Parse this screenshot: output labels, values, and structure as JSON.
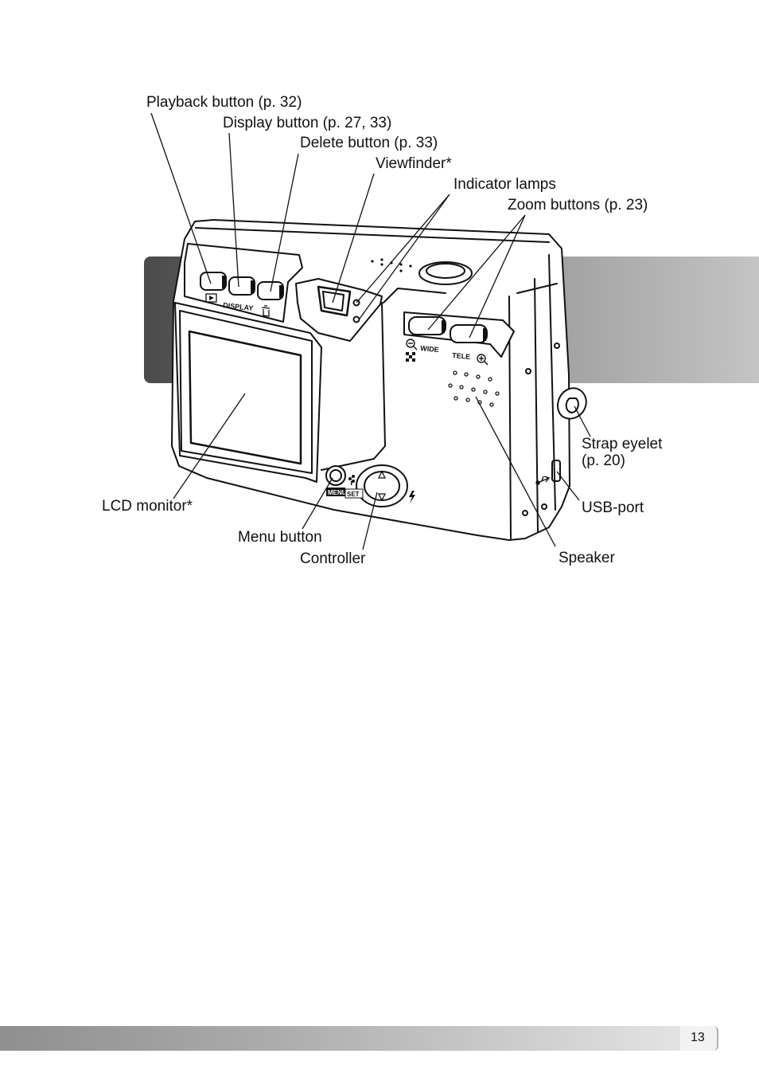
{
  "callouts": {
    "playback": "Playback button (p. 32)",
    "display": "Display button (p. 27, 33)",
    "delete": "Delete button (p. 33)",
    "viewfinder": "Viewfinder*",
    "indicator": "Indicator lamps",
    "zoom": "Zoom buttons (p. 23)",
    "strap_line1": "Strap eyelet",
    "strap_line2": "(p. 20)",
    "usb": "USB-port",
    "lcd": "LCD monitor*",
    "menu": "Menu button",
    "controller": "Controller",
    "speaker": "Speaker"
  },
  "camera_markings": {
    "display": "DISPLAY",
    "wide": "WIDE",
    "tele": "TELE",
    "menu": "MENU",
    "set": "SET"
  },
  "page_number": "13",
  "icons": [
    "playback-icon",
    "trash-icon",
    "zoom-out-icon",
    "zoom-in-icon",
    "index-icon",
    "macro-icon",
    "flash-icon",
    "usb-icon"
  ]
}
